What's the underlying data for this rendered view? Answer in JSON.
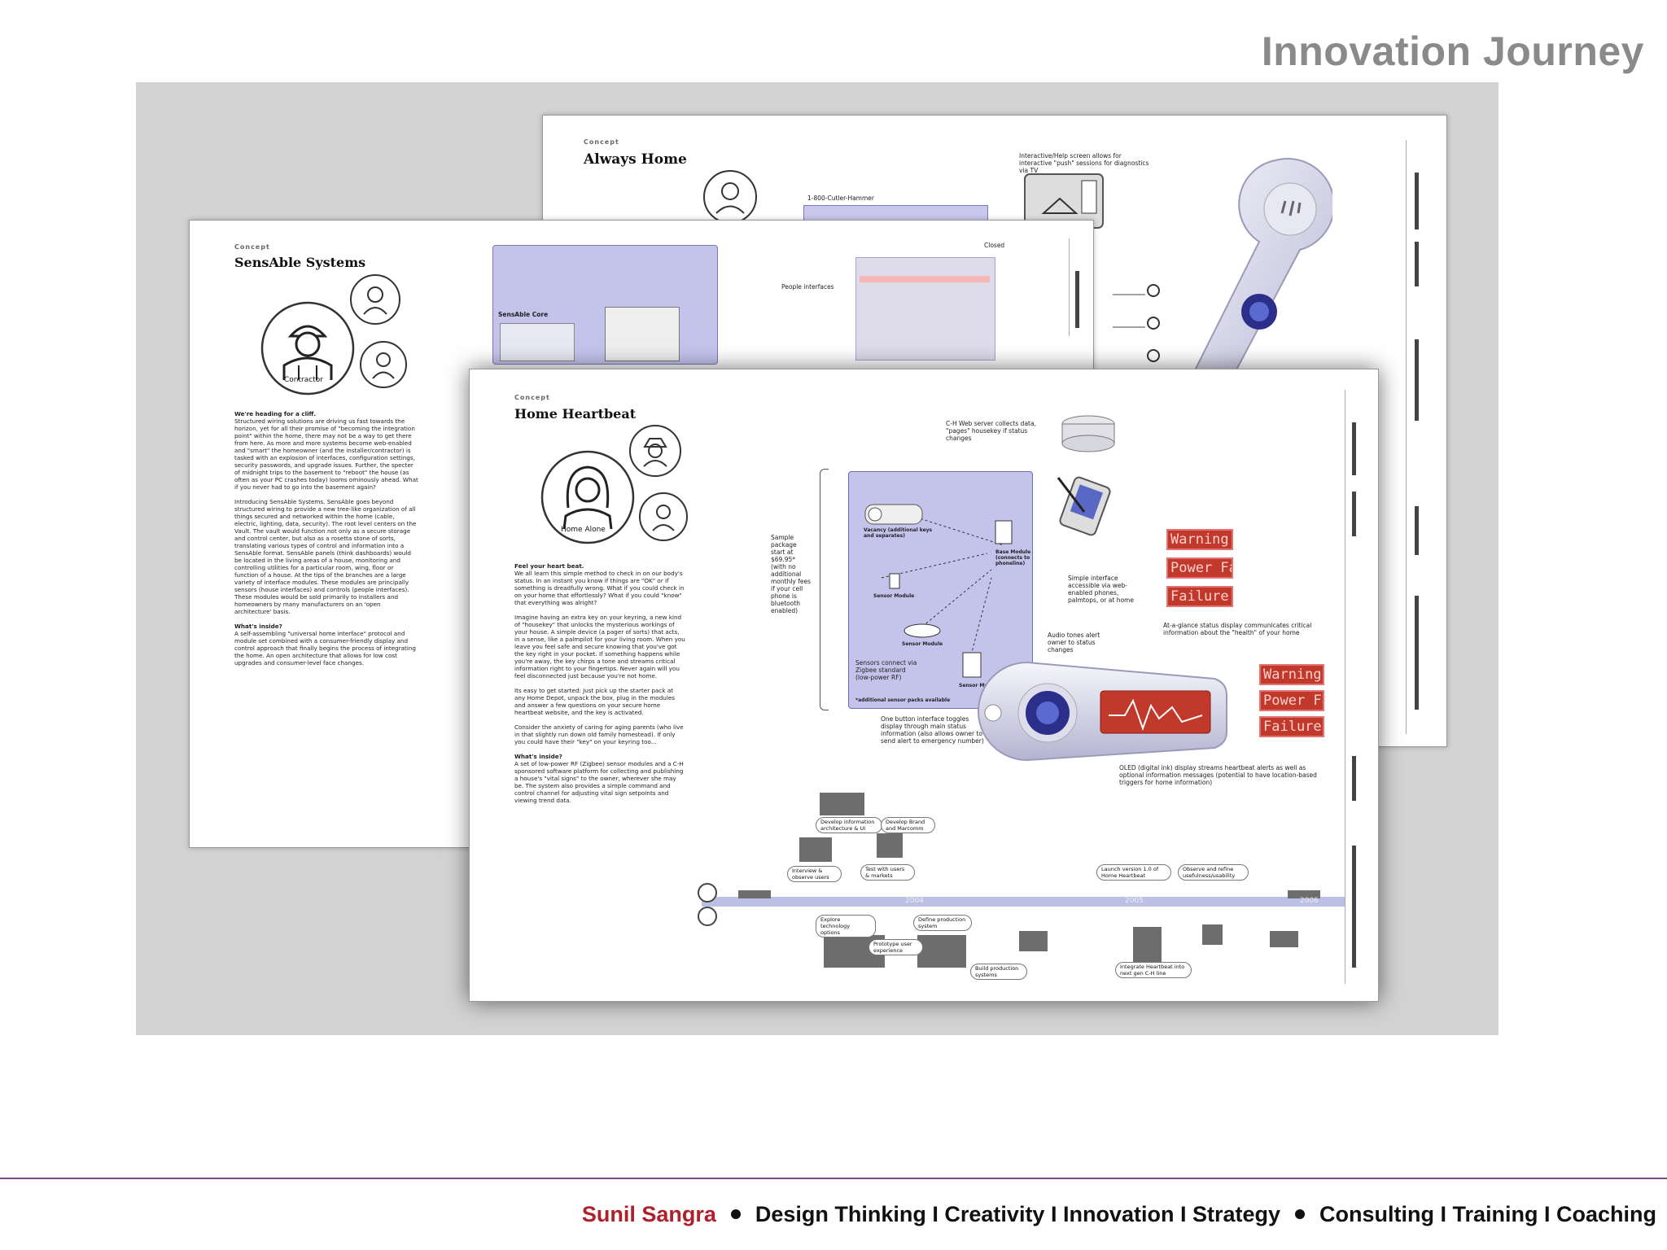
{
  "slide": {
    "title": "Innovation Journey"
  },
  "pages": {
    "always_home": {
      "concept": "Concept",
      "title": "Always Home",
      "note_phone": "1-800-Cutler-Hammer",
      "note_tv": "Interactive/Help screen allows for interactive \"push\" sessions for diagnostics via TV"
    },
    "sensable": {
      "concept": "Concept",
      "title": "SensAble Systems",
      "persona": "Contractor",
      "heading1": "We're heading for a cliff.",
      "para1": "Structured wiring solutions are driving us fast towards the horizon, yet for all their promise of \"becoming the integration point\" within the home, there may not be a way to get there from here. As more and more systems become web-enabled and \"smart\" the homeowner (and the installer/contractor) is tasked with an explosion of interfaces, configuration settings, security passwords, and upgrade issues. Further, the specter of midnight trips to the basement to \"reboot\" the house (as often as your PC crashes today) looms ominously ahead. What if you never had to go into the basement again?",
      "para2": "Introducing SensAble Systems. SensAble goes beyond structured wiring to provide a new tree-like organization of all things secured and networked within the home (cable, electric, lighting, data, security). The root level centers on the Vault. The vault would function not only as a secure storage and control center, but also as a rosetta stone of sorts, translating various types of control and information into a SensAble format. SensAble panels (think dashboards) would be located in the living areas of a house, monitoring and controlling utilities for a particular room, wing, floor or function of a house. At the tips of the branches are a large variety of interface modules. These modules are principally sensors (house interfaces) and controls (people interfaces). These modules would be sold primarily to installers and homeowners by many manufacturers on an 'open architecture' basis.",
      "heading2": "What's inside?",
      "para3": "A self-assembling \"universal home interface\" protocol and module set combined with a consumer-friendly display and control approach that finally begins the process of integrating the home. An open architecture that allows for low cost upgrades and consumer-level face changes.",
      "core_label": "SensAble Core",
      "people_label": "People interfaces",
      "closed_label": "Closed"
    },
    "heartbeat": {
      "concept": "Concept",
      "title": "Home Heartbeat",
      "persona": "Home Alone",
      "heading1": "Feel your heart beat.",
      "para1": "We all learn this simple method to check in on our body's status. In an instant you know if things are \"OK\" or if something is dreadfully wrong. What if you could check in on your home that effortlessly? What if you could \"know\" that everything was alright?",
      "para2": "Imagine having an extra key on your keyring, a new kind of \"housekey\" that unlocks the mysterious workings of your house. A simple device (a pager of sorts) that acts, in a sense, like a palmpilot for your living room. When you leave you feel safe and secure knowing that you've got the key right in your pocket. If something happens while you're away, the key chirps a tone and streams critical information right to your fingertips. Never again will you feel disconnected just because you're not home.",
      "para3": "Its easy to get started: Just pick up the starter pack at any Home Depot, unpack the box, plug in the modules and answer a few questions on your secure home heartbeat website, and the key is activated.",
      "para4": "Consider the anxiety of caring for aging parents (who live in that slightly run down old family homestead). If only you could have their \"key\" on your keyring too...",
      "heading2": "What's inside?",
      "para5": "A set of low-power RF (Zigbee) sensor modules and a C-H sponsored software platform for collecting and publishing a house's \"vital signs\" to the owner, wherever she may be. The system also provides a simple command and control channel for adjusting vital sign setpoints and viewing trend data.",
      "note_server": "C-H Web server collects data, \"pages\" housekey if status changes",
      "note_package": "Sample package start at $69.95* (with no additional monthly fees if your cell phone is bluetooth enabled)",
      "note_sensors": "Sensors connect via Zigbee standard (low-power RF)",
      "note_addl": "*additional sensor packs available",
      "note_simple": "Simple interface accessible via web-enabled phones, palmtops, or at home",
      "note_audio": "Audio tones alert owner to status changes",
      "note_glance": "At-a-glance status display communicates critical information about the \"health\" of your home",
      "note_button": "One button interface toggles display through main status information (also allows owner to send alert to emergency number)",
      "note_oled": "OLED (digital ink) display streams heartbeat alerts as well as optional information messages (potential to have location-based triggers for home information)",
      "module_labels": [
        "Vacancy (additional keys and separates)",
        "Sensor Module",
        "Base Module (connects to phoneline)",
        "Sensor Module",
        "Sensor Module"
      ],
      "status_tags": [
        "Warning",
        "Power Fa",
        "Failure"
      ],
      "timeline": [
        "Develop information architecture & UI",
        "Develop Brand and Marcomm",
        "Interview & observe users",
        "Test with users & markets",
        "Launch version 1.0 of Home Heartbeat",
        "Observe and refine usefulness/usability",
        "Explore technology options",
        "Define production system",
        "Prototype user experience",
        "Build production systems",
        "Integrate Heartbeat into next gen C-H line"
      ],
      "years": [
        "2004",
        "2005",
        "2006"
      ]
    }
  },
  "footer": {
    "name": "Sunil Sangra",
    "group1": "Design Thinking I Creativity I Innovation I Strategy",
    "group2": "Consulting I Training I Coaching"
  }
}
